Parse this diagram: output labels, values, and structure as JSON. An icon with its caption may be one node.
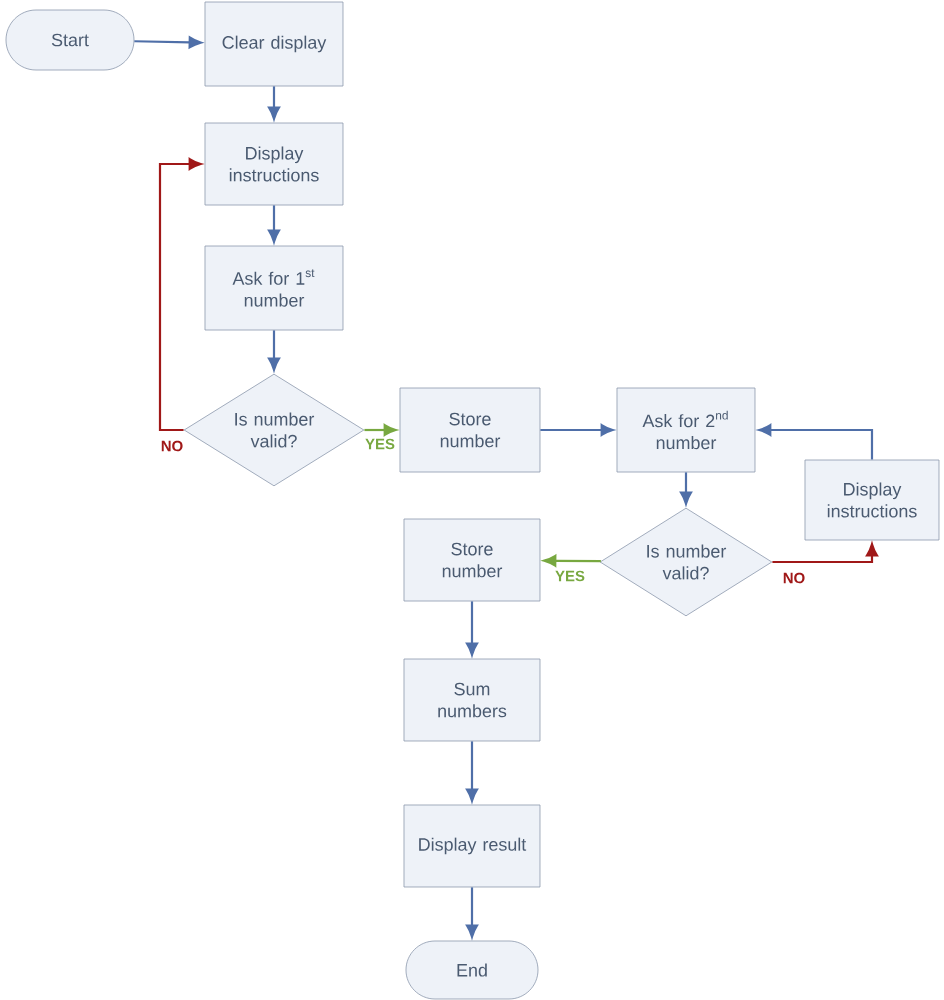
{
  "diagram": {
    "nodes": [
      {
        "text": [
          "Start"
        ]
      },
      {
        "text": [
          "Clear display"
        ]
      },
      {
        "text": [
          "Display instructions"
        ]
      },
      {
        "text": [
          "Ask for 1$^{st}$ number"
        ]
      },
      {
        "text": [
          "Is number valid?"
        ]
      },
      {
        "text": [
          "Store number"
        ]
      },
      {
        "text": [
          "Ask for 2$^{nd}$ number"
        ]
      },
      {
        "text": [
          "Display instructions"
        ]
      },
      {
        "text": [
          "Is number valid?"
        ]
      },
      {
        "text": [
          "Store number"
        ]
      },
      {
        "text": [
          "Sum numbers"
        ]
      },
      {
        "text": [
          "Display result"
        ]
      },
      {
        "text": [
          "End"
        ]
      }
    ],
    "edges": [
      {
        "from": 0,
        "to": 1,
        "arrow": "to"
      },
      {
        "from": 1,
        "to": 2,
        "arrow": "to"
      },
      {
        "from": 2,
        "to": 3,
        "arrow": "to"
      },
      {
        "from": 3,
        "to": 4,
        "arrow": "to"
      },
      {
        "from": 4,
        "to": 2,
        "arrow": "to",
        "label": "NO",
        "color": "#a01818"
      },
      {
        "from": 4,
        "to": 5,
        "arrow": "to",
        "label": "YES",
        "color": "#78a840"
      },
      {
        "from": 5,
        "to": 6,
        "arrow": "to"
      },
      {
        "from": 6,
        "to": 8,
        "arrow": "to"
      },
      {
        "from": 8,
        "to": 7,
        "arrow": "to",
        "label": "NO",
        "color": "#a01818"
      },
      {
        "from": 7,
        "to": 6,
        "arrow": "to"
      },
      {
        "from": 8,
        "to": 9,
        "arrow": "to",
        "label": "YES",
        "color": "#78a840"
      },
      {
        "from": 9,
        "to": 10,
        "arrow": "to"
      },
      {
        "from": 10,
        "to": 11,
        "arrow": "to"
      },
      {
        "from": 11,
        "to": 12,
        "arrow": "to"
      }
    ]
  }
}
